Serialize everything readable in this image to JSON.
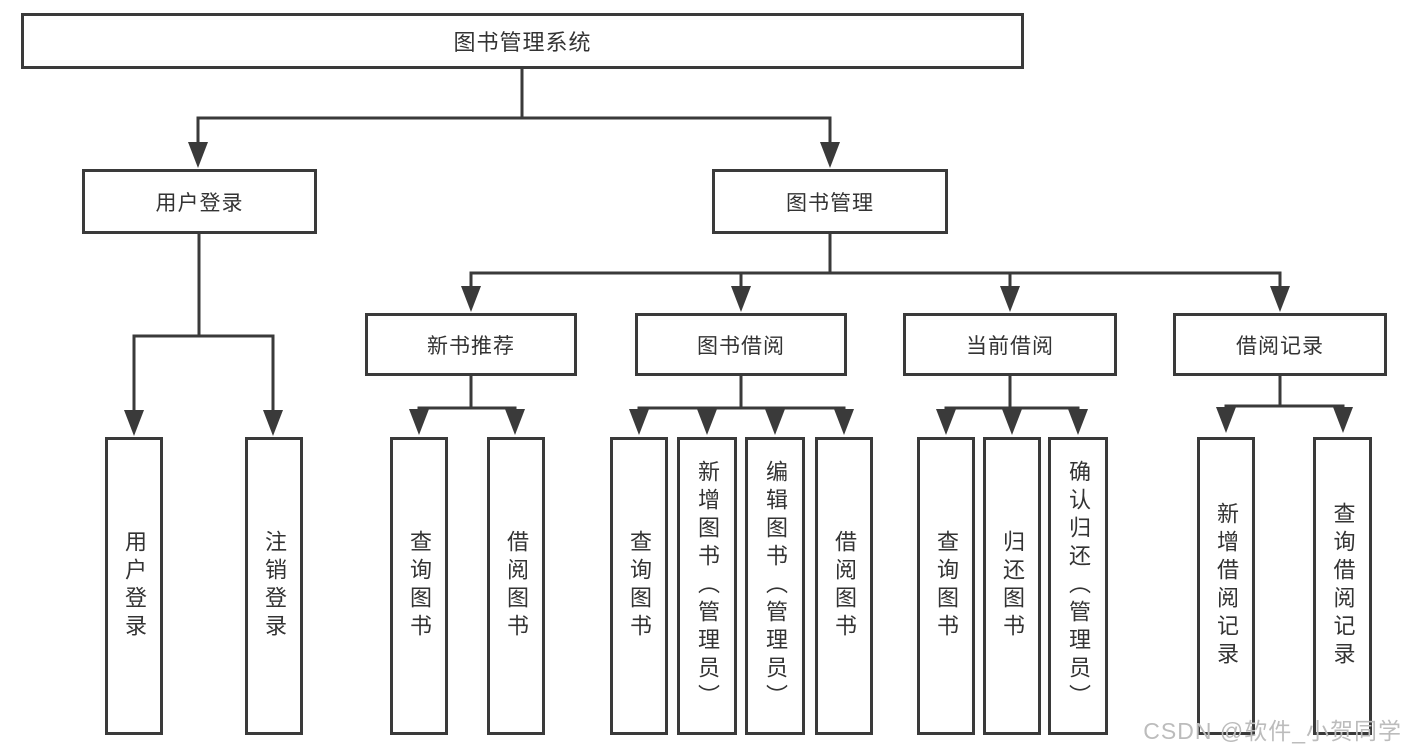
{
  "diagram": {
    "title": "图书管理系统",
    "nodes": {
      "root": "图书管理系统",
      "level1": [
        "用户登录",
        "图书管理"
      ],
      "level2": [
        "新书推荐",
        "图书借阅",
        "当前借阅",
        "借阅记录"
      ],
      "leaves": [
        "用户登录",
        "注销登录",
        "查询图书",
        "借阅图书",
        "查询图书",
        "新增图书（管理员）",
        "编辑图书（管理员）",
        "借阅图书",
        "查询图书",
        "归还图书",
        "确认归还（管理员）",
        "新增借阅记录",
        "查询借阅记录"
      ]
    },
    "colors": {
      "line": "#3a3a3a",
      "text": "#333333",
      "watermark": "#bcbcbc",
      "background": "#ffffff"
    }
  },
  "watermark": {
    "text": "CSDN @软件_小贺同学"
  }
}
